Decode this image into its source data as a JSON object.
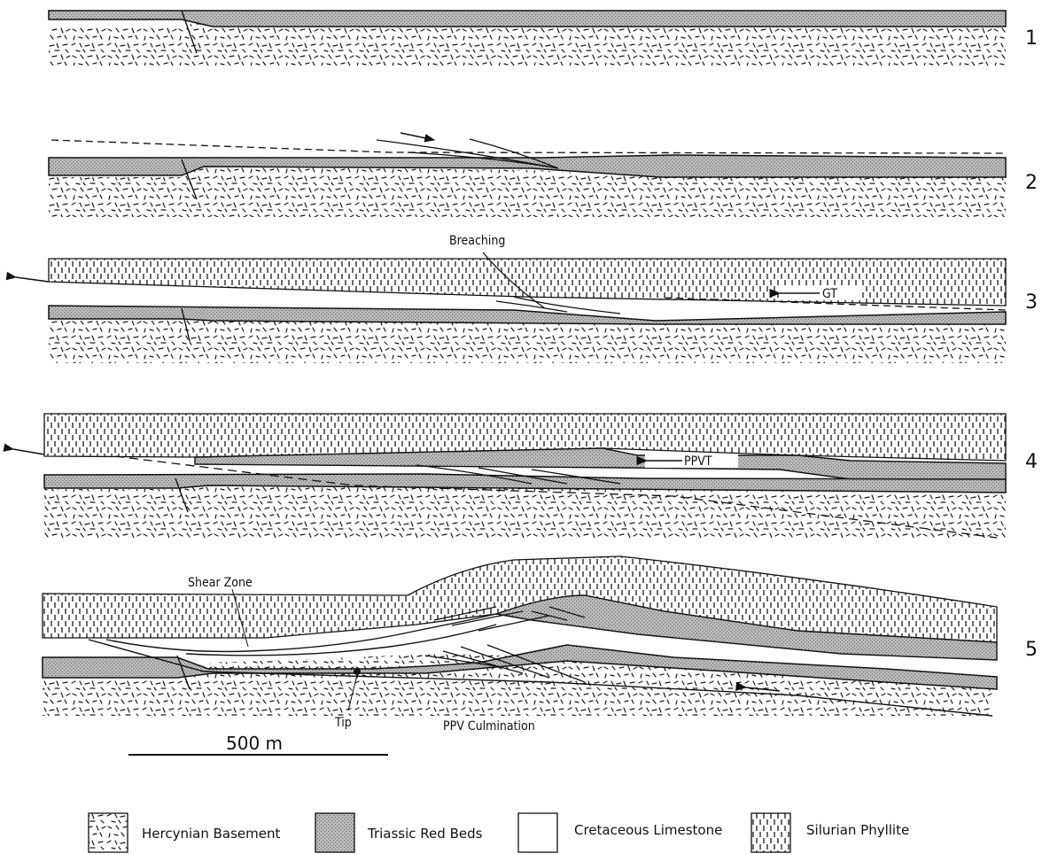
{
  "stages": [
    {
      "number": "1"
    },
    {
      "number": "2"
    },
    {
      "number": "3",
      "labels": {
        "thrust": "GT",
        "feature": "Breaching"
      }
    },
    {
      "number": "4",
      "labels": {
        "thrust": "PPVT"
      }
    },
    {
      "number": "5",
      "labels": {
        "shear": "Shear Zone",
        "tip": "Tip",
        "culmination": "PPV Culmination"
      }
    }
  ],
  "scale_bar": {
    "label": "500 m"
  },
  "legend": [
    {
      "key": "basement",
      "label": "Hercynian Basement",
      "pattern": "random-dashes"
    },
    {
      "key": "triassic",
      "label": "Triassic Red Beds",
      "pattern": "fine-stipple-gray"
    },
    {
      "key": "cretaceous",
      "label": "Cretaceous Limestone",
      "pattern": "blank-white"
    },
    {
      "key": "phyllite",
      "label": "Silurian Phyllite",
      "pattern": "vertical-dashes"
    }
  ]
}
